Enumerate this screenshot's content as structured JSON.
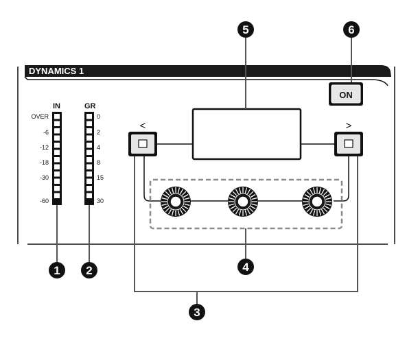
{
  "panel": {
    "title": "DYNAMICS 1",
    "on_button_label": "ON",
    "prev_button_symbol": "<",
    "next_button_symbol": ">"
  },
  "meters": {
    "in": {
      "title": "IN",
      "scale": [
        "OVER",
        "-6",
        "-12",
        "-18",
        "-30",
        "-60"
      ],
      "segment_count": 12
    },
    "gr": {
      "title": "GR",
      "scale": [
        "0",
        "2",
        "4",
        "8",
        "15",
        "30"
      ],
      "segment_count": 12
    }
  },
  "knobs": [
    {
      "name": "knob-1"
    },
    {
      "name": "knob-2"
    },
    {
      "name": "knob-3"
    }
  ],
  "callouts": [
    "1",
    "2",
    "3",
    "4",
    "5",
    "6"
  ],
  "colors": {
    "header_bg": "#1a1a1a",
    "callout_bg": "#111111",
    "dashed_group": "#8a8a8a",
    "button_face": "#e6e6e6"
  }
}
